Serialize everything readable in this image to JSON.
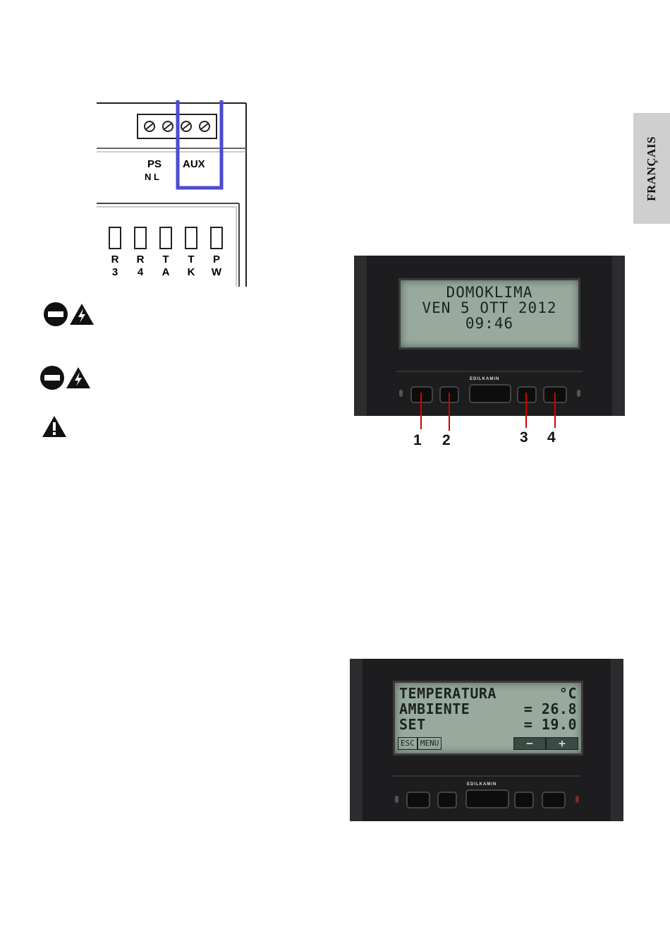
{
  "sidebar_tab": {
    "label": "FRANÇAIS"
  },
  "terminal": {
    "labels": {
      "ps": "PS",
      "nl": "N L",
      "aux": "AUX"
    },
    "relays": [
      {
        "top": "R",
        "bottom": "3"
      },
      {
        "top": "R",
        "bottom": "4"
      },
      {
        "top": "T",
        "bottom": "A"
      },
      {
        "top": "T",
        "bottom": "K"
      },
      {
        "top": "P",
        "bottom": "W"
      }
    ],
    "highlight_color": "#4b4bd0"
  },
  "warnings": [
    "no-entry-icon + electric-hazard-icon",
    "no-entry-icon + electric-hazard-icon",
    "warning-icon"
  ],
  "display1": {
    "lines": [
      "DOMOKLIMA",
      "VEN 5 OTT 2012",
      "09:46"
    ],
    "brand": "EDILKAMIN",
    "button_numbers": [
      "1",
      "2",
      "3",
      "4"
    ]
  },
  "display2": {
    "rows": [
      {
        "left": "TEMPERATURA",
        "right": "°C"
      },
      {
        "left": "AMBIENTE",
        "right": "= 26.8"
      },
      {
        "left": "SET",
        "right": "= 19.0"
      }
    ],
    "softkeys": {
      "esc": "ESC",
      "menu": "MENU",
      "minus": "−",
      "plus": "+"
    },
    "brand": "EDILKAMIN"
  }
}
